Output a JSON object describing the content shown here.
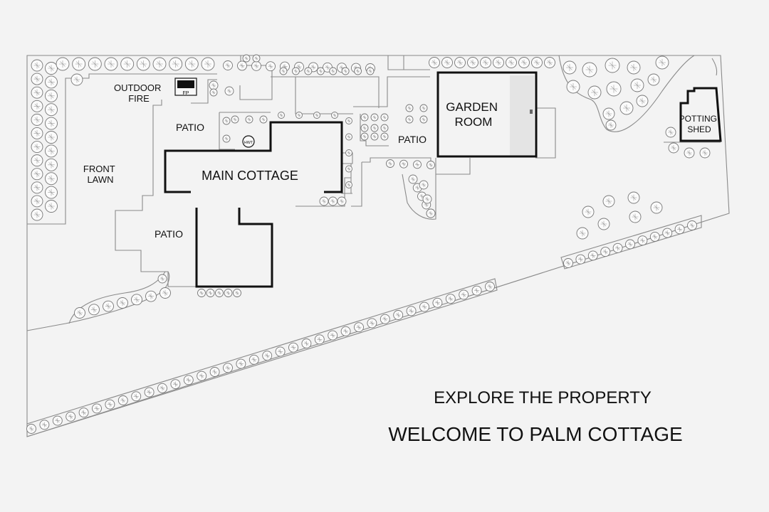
{
  "map": {
    "labels": {
      "outdoor_fire": [
        "OUTDOOR",
        "FIRE"
      ],
      "fire_pit": "FP",
      "front_lawn": [
        "FRONT",
        "LAWN"
      ],
      "patio_top": "PATIO",
      "patio_left": "PATIO",
      "patio_right": "PATIO",
      "main_cottage": "MAIN COTTAGE",
      "hwt": "HWT",
      "garden_room": [
        "GARDEN",
        "ROOM"
      ],
      "potting_shed": [
        "POTTING",
        "SHED"
      ]
    }
  },
  "captions": {
    "subtitle": "EXPLORE THE PROPERTY",
    "title": "WELCOME TO PALM COTTAGE"
  }
}
